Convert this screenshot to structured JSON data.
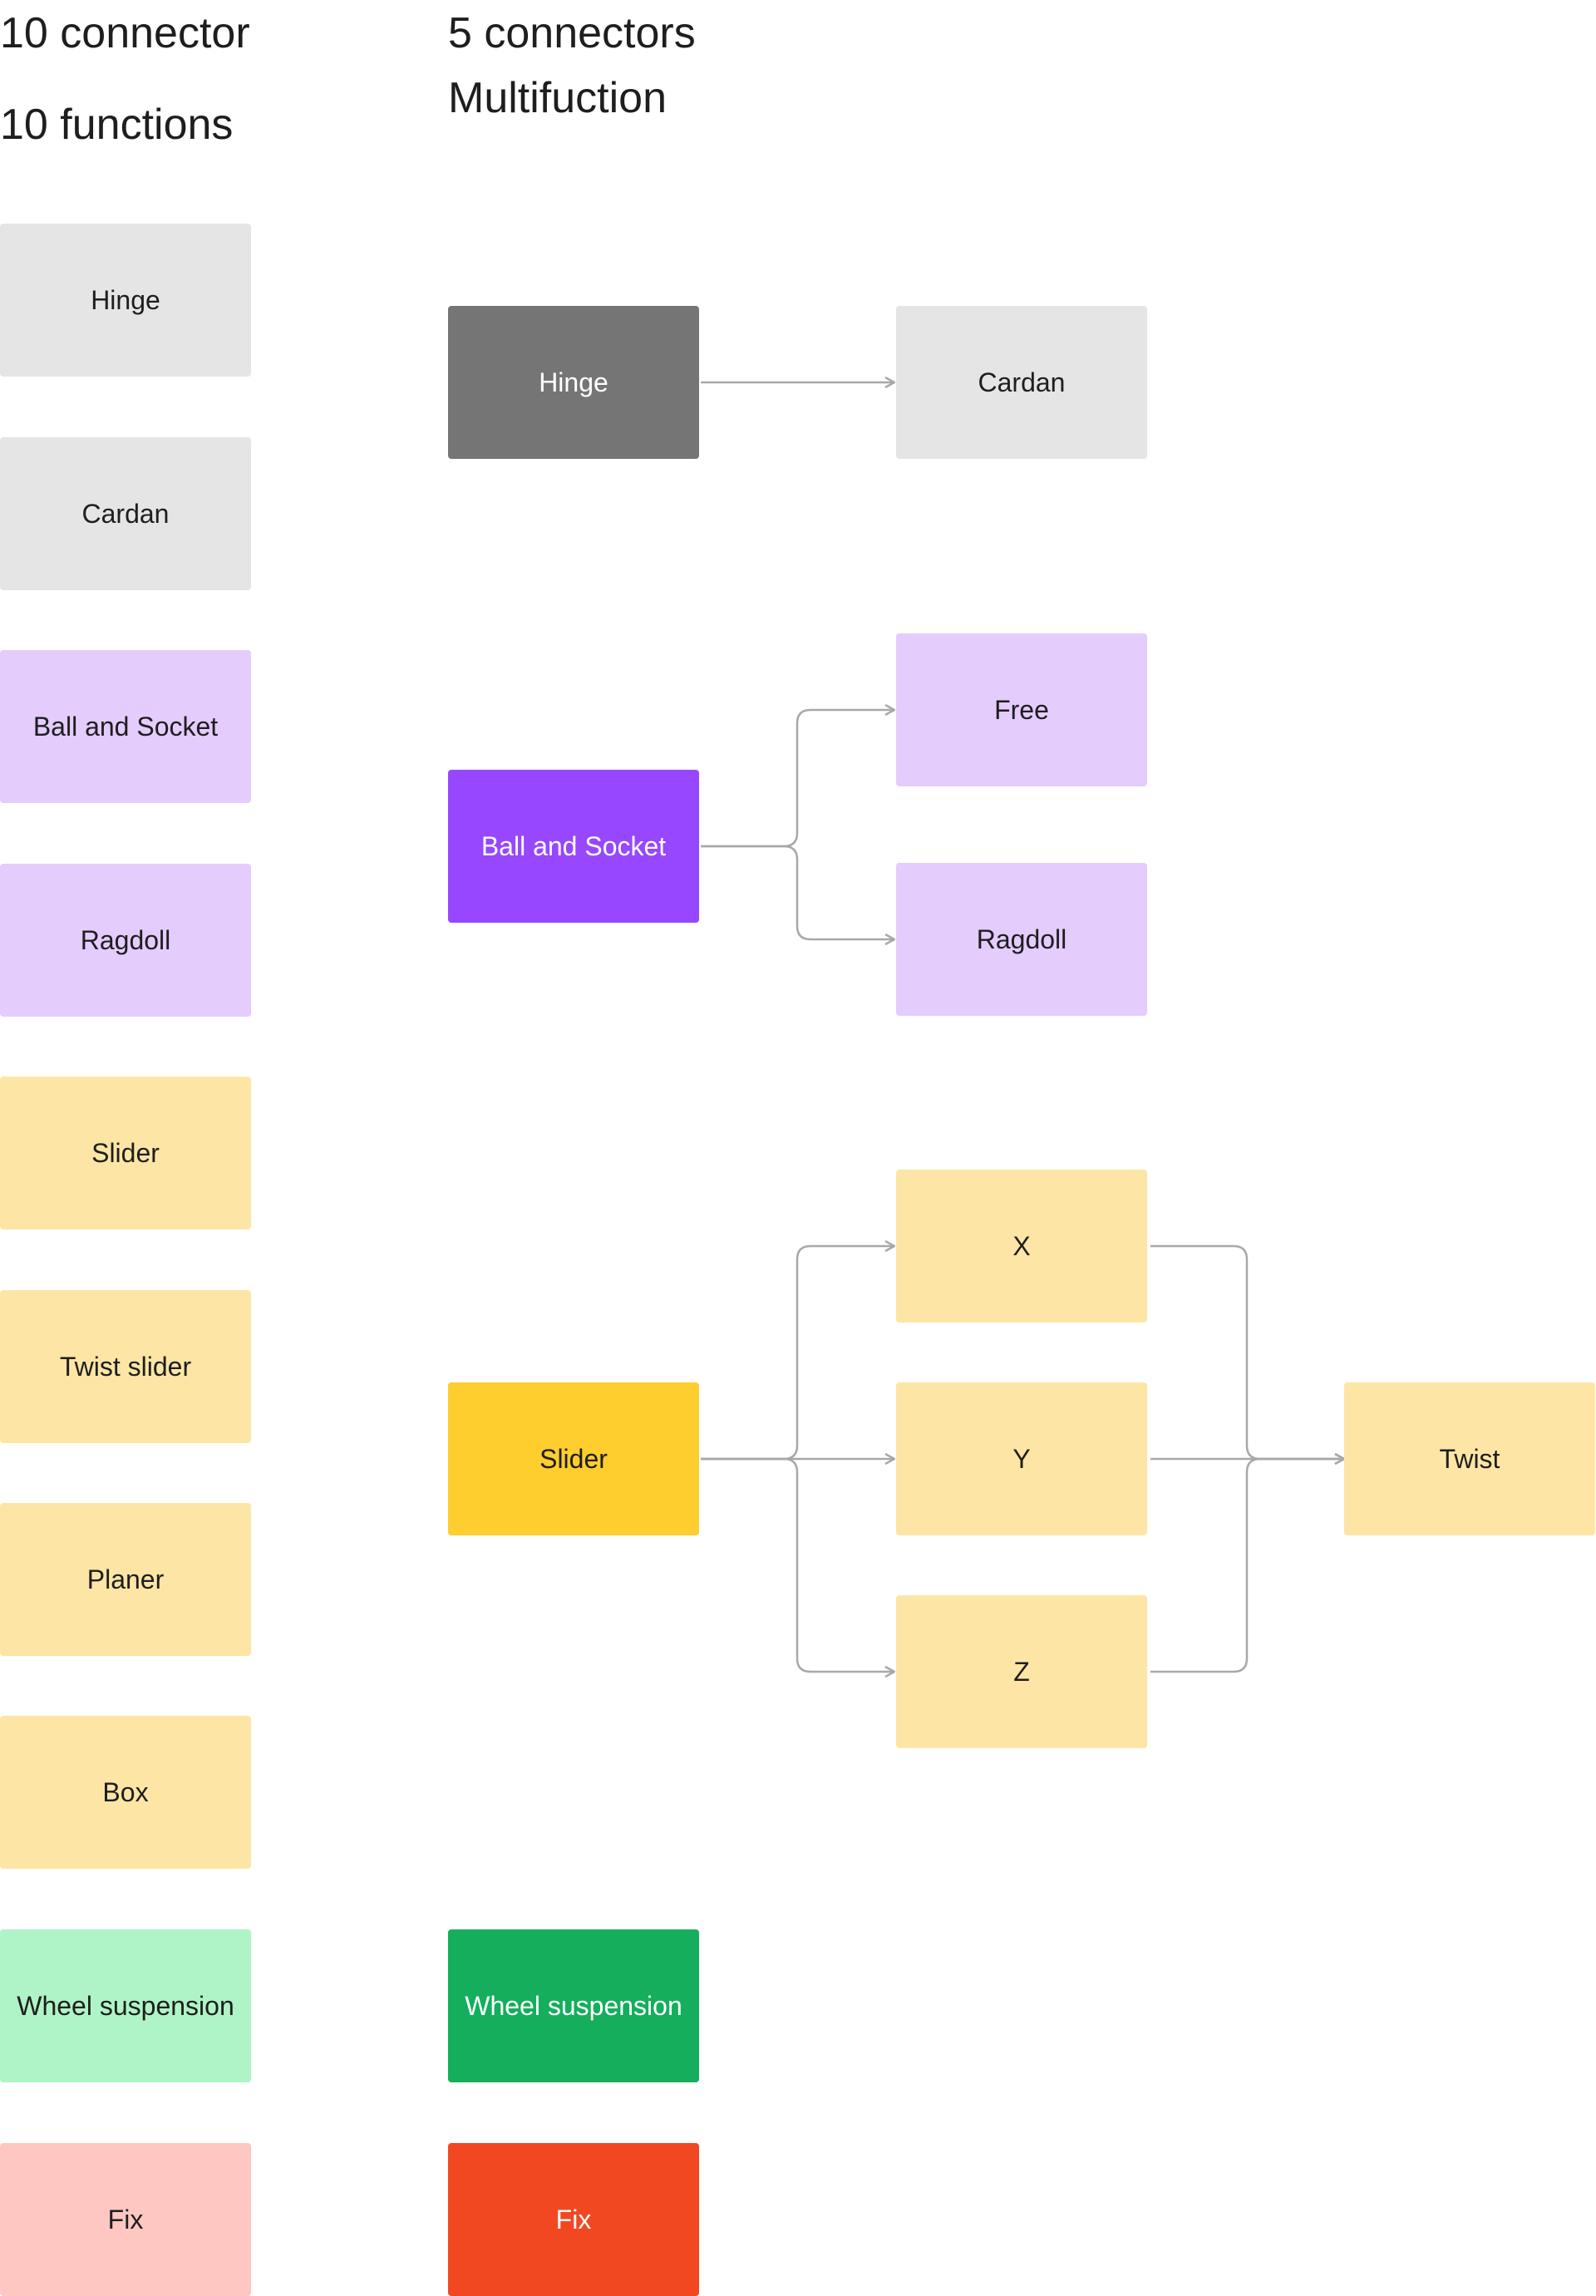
{
  "left_column": {
    "title_line1": "10 connector",
    "title_line2": "10 functions",
    "items": [
      "Hinge",
      "Cardan",
      "Ball and Socket",
      "Ragdoll",
      "Slider",
      "Twist slider",
      "Planer",
      "Box",
      "Wheel suspension",
      "Fix"
    ]
  },
  "right_column": {
    "title_line1": "5 connectors",
    "title_line2": "Multifuction",
    "hinge": {
      "source": "Hinge",
      "targets": [
        "Cardan"
      ]
    },
    "ball": {
      "source": "Ball and Socket",
      "targets": [
        "Free",
        "Ragdoll"
      ]
    },
    "slider": {
      "source": "Slider",
      "targets": [
        "X",
        "Y",
        "Z"
      ],
      "merge": "Twist"
    },
    "wheel": "Wheel suspension",
    "fix": "Fix"
  },
  "colors": {
    "gray_light": "#e5e5e5",
    "gray_dark": "#757575",
    "purple_light": "#e4ccfd",
    "purple_dark": "#9747ff",
    "yellow_light": "#fde6a5",
    "yellow_dark": "#fecd2e",
    "green_light": "#aff4c6",
    "green_dark": "#14ae5c",
    "red_light": "#ffc7c2",
    "red_dark": "#f24822",
    "connector": "#a8a8a8"
  }
}
